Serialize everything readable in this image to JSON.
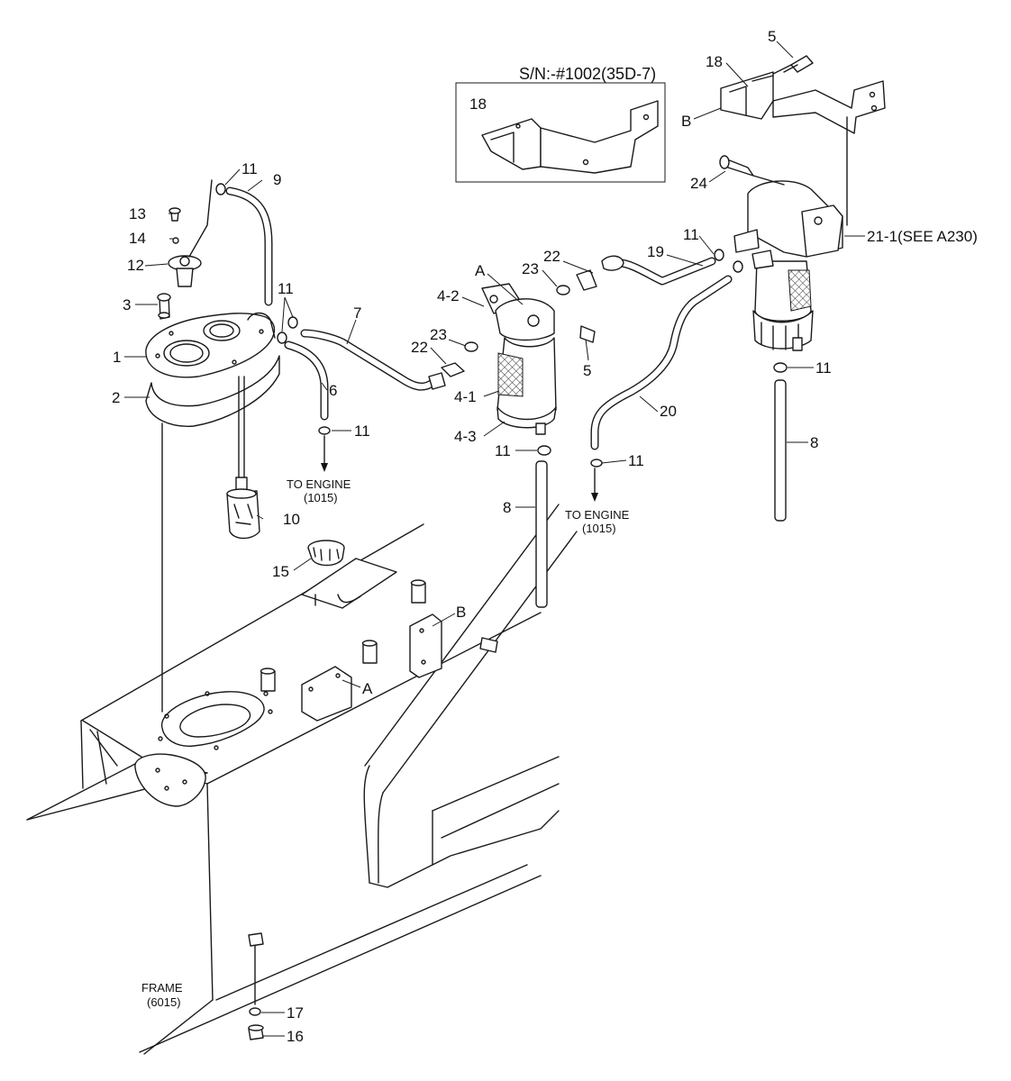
{
  "inset": {
    "title": "S/N:-#1002(35D-7)",
    "part": "18"
  },
  "callouts": [
    {
      "id": "c5top",
      "text": "5"
    },
    {
      "id": "c18top",
      "text": "18"
    },
    {
      "id": "cBtop",
      "text": "B"
    },
    {
      "id": "c24",
      "text": "24"
    },
    {
      "id": "c21",
      "text": "21-1(SEE A230)"
    },
    {
      "id": "c11a",
      "text": "11"
    },
    {
      "id": "c9",
      "text": "9"
    },
    {
      "id": "c13",
      "text": "13"
    },
    {
      "id": "c14",
      "text": "14"
    },
    {
      "id": "c12",
      "text": "12"
    },
    {
      "id": "c3",
      "text": "3"
    },
    {
      "id": "c11b",
      "text": "11"
    },
    {
      "id": "c7",
      "text": "7"
    },
    {
      "id": "c1",
      "text": "1"
    },
    {
      "id": "c2",
      "text": "2"
    },
    {
      "id": "c6",
      "text": "6"
    },
    {
      "id": "c11c",
      "text": "11"
    },
    {
      "id": "c10",
      "text": "10"
    },
    {
      "id": "c15",
      "text": "15"
    },
    {
      "id": "cA1",
      "text": "A"
    },
    {
      "id": "c42",
      "text": "4-2"
    },
    {
      "id": "c22a",
      "text": "22"
    },
    {
      "id": "c23a",
      "text": "23"
    },
    {
      "id": "c23b",
      "text": "23"
    },
    {
      "id": "c22b",
      "text": "22"
    },
    {
      "id": "c5mid",
      "text": "5"
    },
    {
      "id": "c41",
      "text": "4-1"
    },
    {
      "id": "c43",
      "text": "4-3"
    },
    {
      "id": "c11d",
      "text": "11"
    },
    {
      "id": "c8a",
      "text": "8"
    },
    {
      "id": "c19",
      "text": "19"
    },
    {
      "id": "c11e",
      "text": "11"
    },
    {
      "id": "c20",
      "text": "20"
    },
    {
      "id": "c11f",
      "text": "11"
    },
    {
      "id": "c11g",
      "text": "11"
    },
    {
      "id": "c8b",
      "text": "8"
    },
    {
      "id": "cB2",
      "text": "B"
    },
    {
      "id": "cA2",
      "text": "A"
    },
    {
      "id": "c17",
      "text": "17"
    },
    {
      "id": "c16",
      "text": "16"
    }
  ],
  "notes": {
    "engine1_line1": "TO ENGINE",
    "engine1_line2": "(1015)",
    "engine2_line1": "TO ENGINE",
    "engine2_line2": "(1015)",
    "frame_line1": "FRAME",
    "frame_line2": "(6015)"
  }
}
